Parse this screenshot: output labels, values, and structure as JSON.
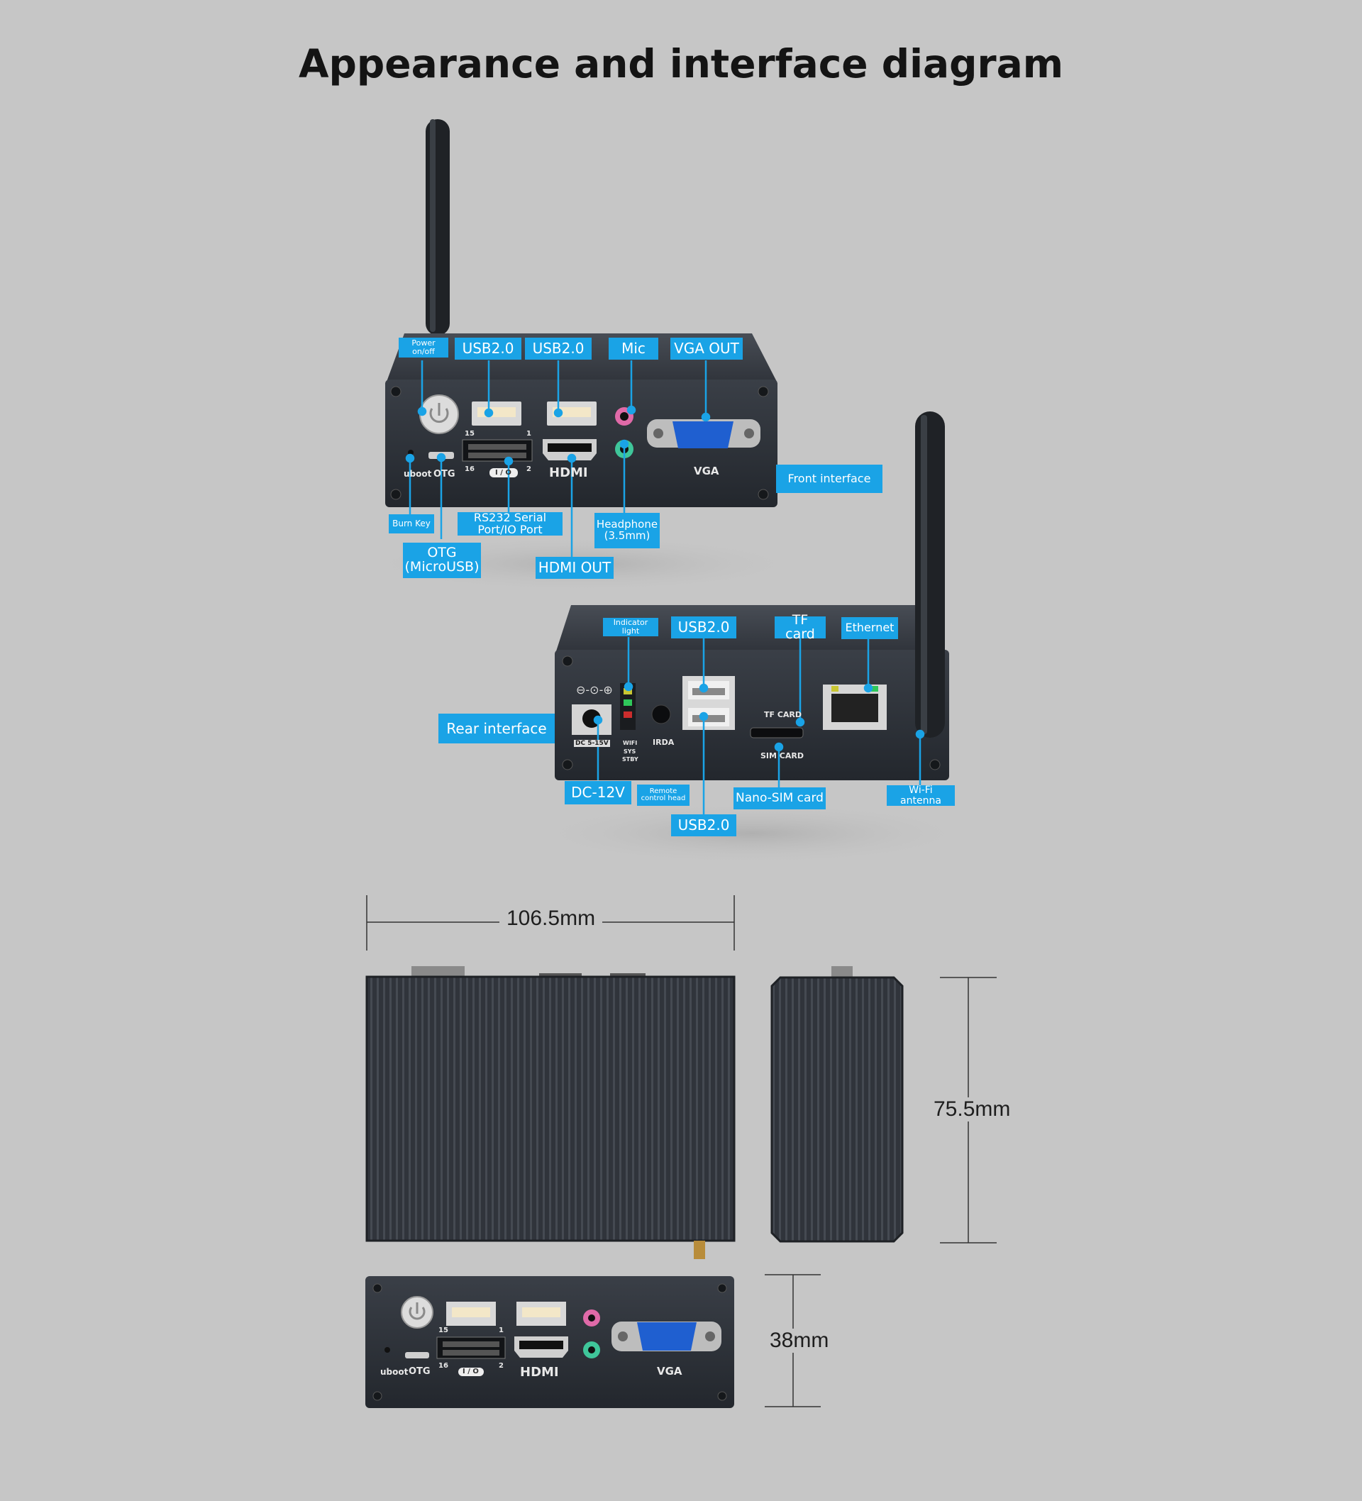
{
  "title": "Appearance and interface diagram",
  "front_labels": {
    "power": "Power on/off",
    "usb_a": "USB2.0",
    "usb_b": "USB2.0",
    "mic": "Mic",
    "vga_out": "VGA OUT",
    "front_interface": "Front interface",
    "burn_key": "Burn Key",
    "rs232": "RS232 Serial\nPort/IO Port",
    "headphone": "Headphone\n(3.5mm)",
    "otg": "OTG\n(MicroUSB)",
    "hdmi_out": "HDMI OUT"
  },
  "rear_labels": {
    "indicator": "Indicator light",
    "usb_top": "USB2.0",
    "tf_card": "TF card",
    "ethernet": "Ethernet",
    "rear_interface": "Rear interface",
    "dc": "DC-12V",
    "remote": "Remote\ncontrol head",
    "nano_sim": "Nano-SIM card",
    "wifi_antenna": "Wi-Fi antenna",
    "usb_bottom": "USB2.0"
  },
  "panel_text": {
    "uboot": "uboot",
    "otg": "OTG",
    "hdmi": "HDMI",
    "vga": "VGA",
    "io": "I / O",
    "pin15": "15",
    "pin1": "1",
    "pin16": "16",
    "pin2": "2",
    "tf_card": "TF CARD",
    "sim_card": "SIM CARD",
    "irda": "IRDA",
    "dc_range": "DC 5-15V",
    "wifi": "WIFI",
    "sys": "SYS",
    "stby": "STBY"
  },
  "dimensions": {
    "width": "106.5mm",
    "depth": "75.5mm",
    "height": "38mm"
  },
  "colors": {
    "background": "#c6c6c6",
    "label_bg": "#1aa3e6",
    "device": "#2b2f36",
    "vga_blue": "#1f5fd0"
  }
}
